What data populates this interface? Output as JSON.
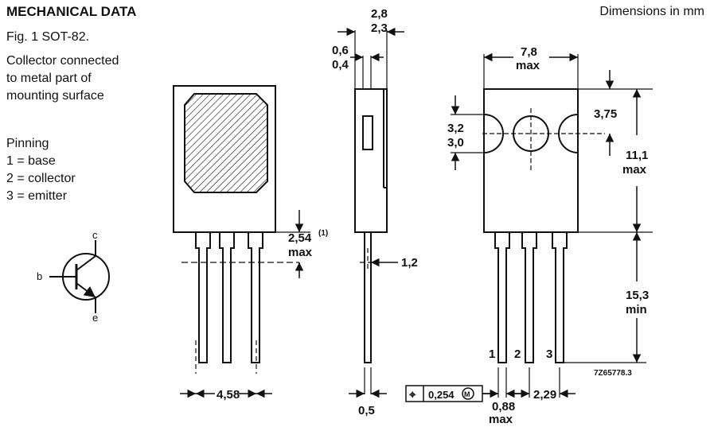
{
  "header": {
    "title": "MECHANICAL DATA",
    "units": "Dimensions in mm"
  },
  "figure": {
    "caption": "Fig. 1  SOT-82.",
    "note_lines": [
      "Collector connected",
      "to metal part of",
      "mounting surface"
    ]
  },
  "pinning": {
    "heading": "Pinning",
    "pins": [
      "1 = base",
      "2 = collector",
      "3 = emitter"
    ]
  },
  "symbol": {
    "c": "c",
    "b": "b",
    "e": "e"
  },
  "front_view": {
    "lead_bend_top": "2,54",
    "lead_bend_sup": "(1)",
    "lead_bend_bottom": "max",
    "lead_pitch": "4,58"
  },
  "side_view": {
    "thickness_top": "2,8",
    "thickness_bottom": "2,3",
    "tab_top": "0,6",
    "tab_bottom": "0,4",
    "lead_offset": "1,2",
    "lead_thickness": "0,5"
  },
  "back_view": {
    "width_top": "7,8",
    "width_bottom": "max",
    "hole_top": "3,2",
    "hole_bottom": "3,0",
    "hole_offset": "3,75",
    "body_height_top": "11,1",
    "body_height_bottom": "max",
    "lead_length_top": "15,3",
    "lead_length_bottom": "min",
    "pin_1": "1",
    "pin_2": "2",
    "pin_3": "3",
    "lead_width_top": "0,88",
    "lead_width_bottom": "max",
    "lead_pitch": "2,29",
    "tolerance_symbol": "⌖",
    "tolerance_value": "0,254",
    "tolerance_modifier": "M",
    "drawing_number": "7Z65778.3"
  }
}
